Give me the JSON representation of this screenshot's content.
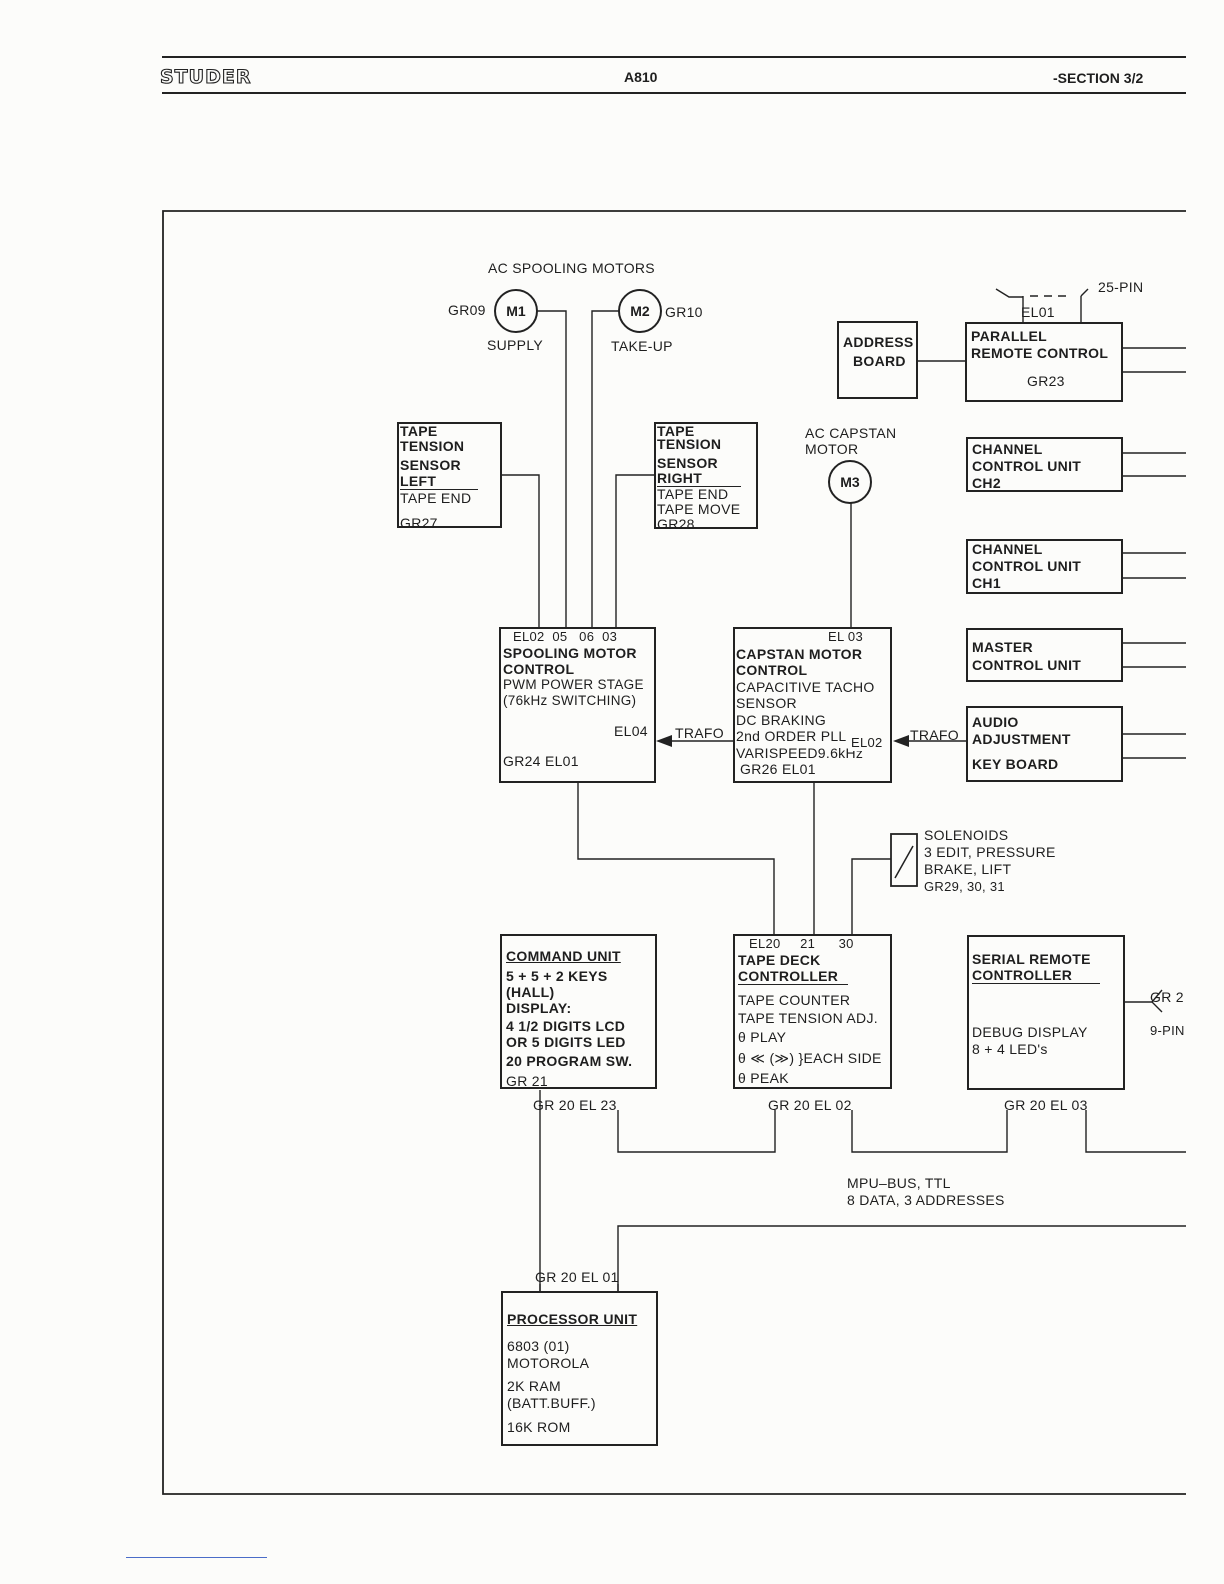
{
  "header": {
    "brand": "STUDER",
    "model": "A810",
    "section": "-SECTION 3/2"
  },
  "diagram": {
    "spooling_title": "AC SPOOLING MOTORS",
    "m1": {
      "label": "M1",
      "code": "GR09",
      "name": "SUPPLY"
    },
    "m2": {
      "label": "M2",
      "code": "GR10",
      "name": "TAKE-UP"
    },
    "capstan_title": [
      "AC CAPSTAN",
      "MOTOR"
    ],
    "m3": {
      "label": "M3"
    },
    "connector_25": "25-PIN",
    "el01_top": "EL01",
    "address_board": [
      "ADDRESS",
      "BOARD"
    ],
    "parallel_remote": {
      "lines": [
        "PARALLEL",
        "REMOTE CONTROL"
      ],
      "code": "GR23"
    },
    "ch2": [
      "CHANNEL",
      "CONTROL UNIT",
      "CH2"
    ],
    "ch1": [
      "CHANNEL",
      "CONTROL UNIT",
      "CH1"
    ],
    "master": [
      "MASTER",
      "CONTROL UNIT"
    ],
    "audio": {
      "lines": [
        "AUDIO",
        "ADJUSTMENT"
      ],
      "key": "KEY BOARD"
    },
    "sensor_left": {
      "lines": [
        "TAPE",
        "TENSION",
        "SENSOR",
        "LEFT"
      ],
      "sub": "TAPE END",
      "code": "GR27"
    },
    "sensor_right": {
      "lines": [
        "TAPE",
        "TENSION",
        "SENSOR",
        "RIGHT"
      ],
      "sub": [
        "TAPE END",
        "TAPE MOVE"
      ],
      "code": "GR28"
    },
    "spooling_ctrl": {
      "pins": "EL02  05   06  03",
      "title": [
        "SPOOLING MOTOR",
        "CONTROL"
      ],
      "lines": [
        "PWM POWER STAGE",
        "(76kHz SWITCHING)"
      ],
      "el04": "EL04",
      "code": "GR24 EL01"
    },
    "capstan_ctrl": {
      "pins": "EL 03",
      "title": [
        "CAPSTAN MOTOR",
        "CONTROL"
      ],
      "lines": [
        "CAPACITIVE TACHO",
        "SENSOR",
        "DC BRAKING",
        "2nd ORDER PLL",
        "VARISPEED9.6kHz"
      ],
      "el02": "EL02",
      "code": "GR26 EL01"
    },
    "trafo_left": "TRAFO",
    "trafo_right": "TRAFO",
    "solenoids": [
      "SOLENOIDS",
      "3 EDIT, PRESSURE",
      "BRAKE, LIFT",
      "GR29, 30, 31"
    ],
    "command_unit": {
      "title": "COMMAND UNIT",
      "lines": [
        "5 + 5 + 2 KEYS",
        "(HALL)",
        "DISPLAY:",
        "4 1/2  DIGITS LCD",
        "OR  5 DIGITS LED",
        "20 PROGRAM SW."
      ],
      "code": "GR 21",
      "bus": "GR 20 EL 23"
    },
    "tape_deck": {
      "pins": "EL20     21      30",
      "title": [
        "TAPE DECK",
        "CONTROLLER"
      ],
      "lines": [
        "TAPE COUNTER",
        "TAPE TENSION ADJ."
      ],
      "play": "PLAY",
      "wind": "≪ (≫)",
      "each_side": "EACH SIDE",
      "peak": "PEAK",
      "bus": "GR 20 EL 02"
    },
    "serial_remote": {
      "title": [
        "SERIAL REMOTE",
        "CONTROLLER"
      ],
      "lines": [
        "DEBUG DISPLAY",
        "8 + 4 LED's"
      ],
      "bus": "GR 20 EL 03",
      "gr_side": "GR 2",
      "pin_side": "9-PIN"
    },
    "mpu_bus": [
      "MPU–BUS, TTL",
      "8 DATA, 3 ADDRESSES"
    ],
    "processor": {
      "bus": "GR 20 EL 01",
      "title": "PROCESSOR UNIT",
      "lines": [
        "6803 (01)",
        "MOTOROLA",
        "2K RAM",
        "(BATT.BUFF.)",
        "16K ROM"
      ]
    }
  }
}
